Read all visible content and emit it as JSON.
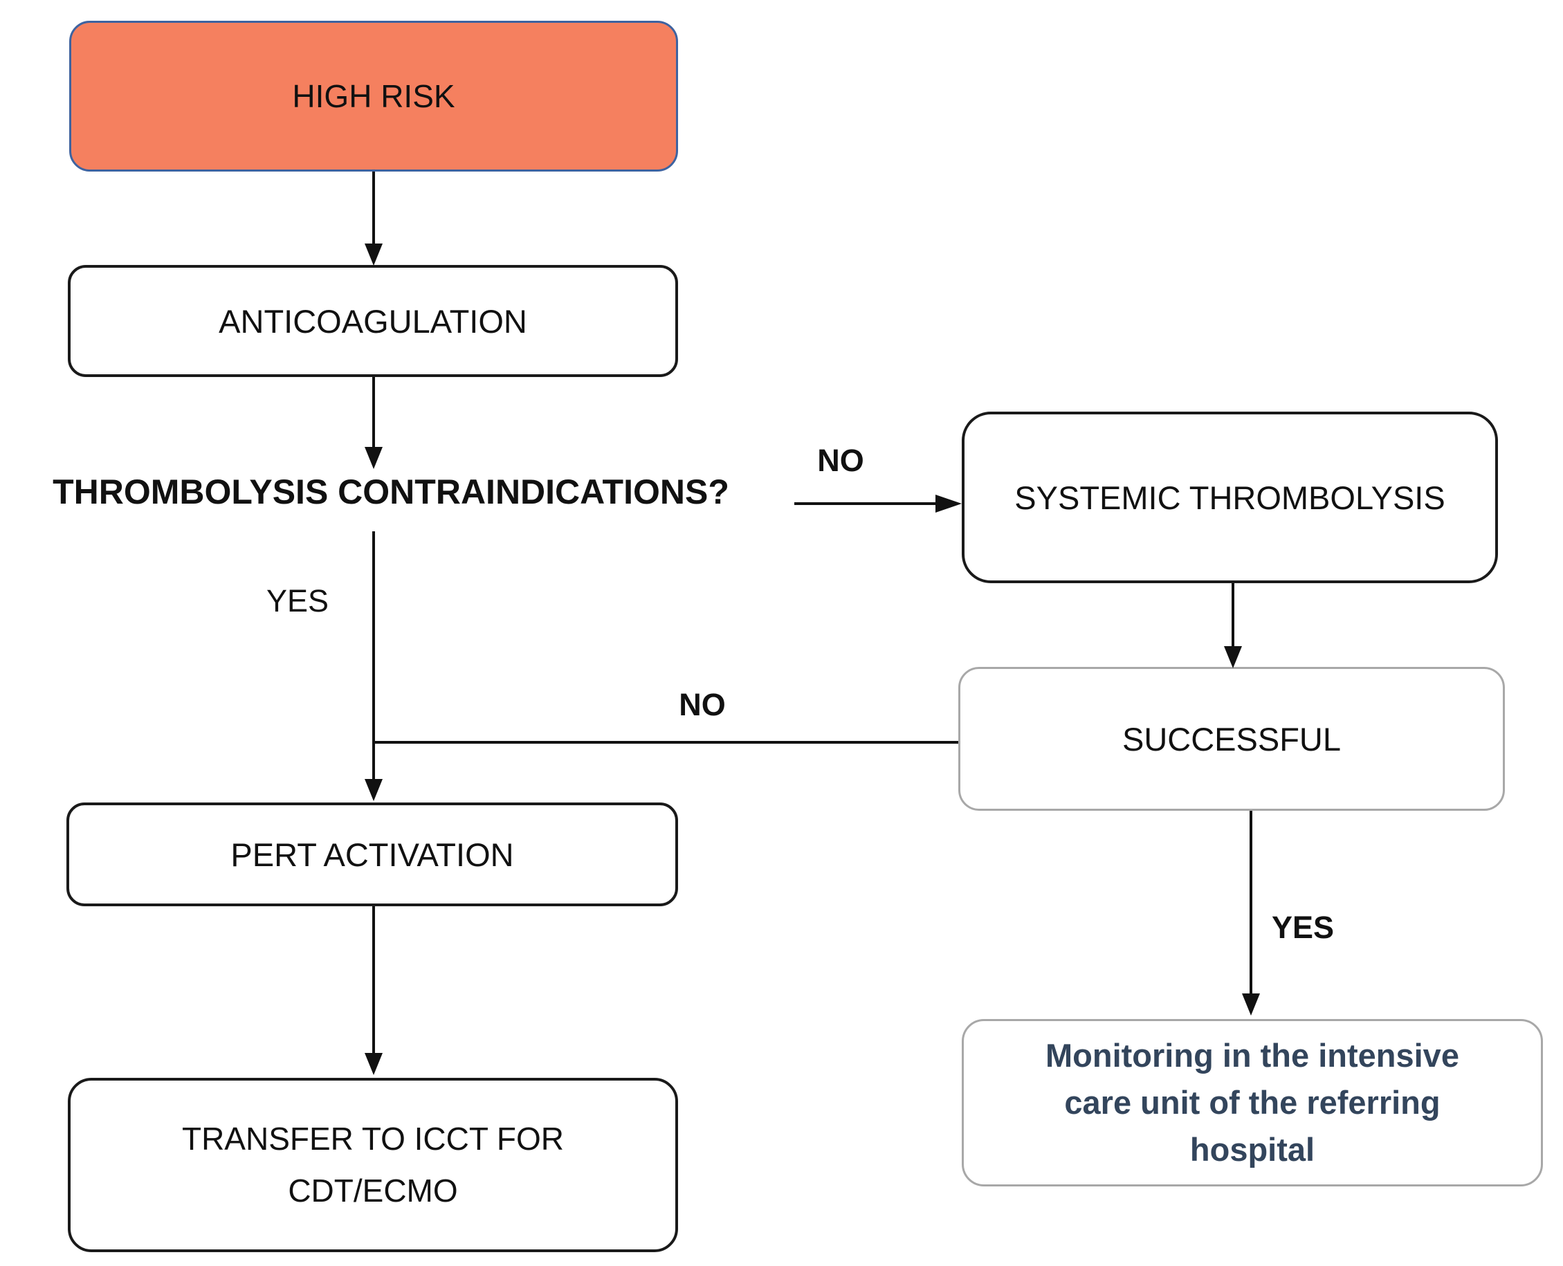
{
  "nodes": {
    "high_risk": {
      "label": "HIGH RISK"
    },
    "anticoagulation": {
      "label": "ANTICOAGULATION"
    },
    "thrombolysis_question": {
      "label": "THROMBOLYSIS CONTRAINDICATIONS?"
    },
    "systemic_thrombolysis": {
      "label": "SYSTEMIC THROMBOLYSIS"
    },
    "successful": {
      "label": "SUCCESSFUL"
    },
    "pert_activation": {
      "label": "PERT ACTIVATION"
    },
    "transfer_icct": {
      "label": "TRANSFER TO ICCT FOR CDT/ECMO"
    },
    "monitoring": {
      "label": "Monitoring in the intensive care unit of the referring hospital"
    }
  },
  "edges": {
    "question_no": {
      "label": "NO"
    },
    "question_yes": {
      "label": "YES"
    },
    "successful_no": {
      "label": "NO"
    },
    "successful_yes": {
      "label": "YES"
    }
  },
  "colors": {
    "high_risk_fill": "#F5805F",
    "high_risk_border": "#3E63A0",
    "node_border_black": "#1A1A1A",
    "node_border_gray": "#A8A8A8",
    "monitoring_text": "#33455C",
    "arrow": "#111111",
    "background": "#FFFFFF"
  }
}
